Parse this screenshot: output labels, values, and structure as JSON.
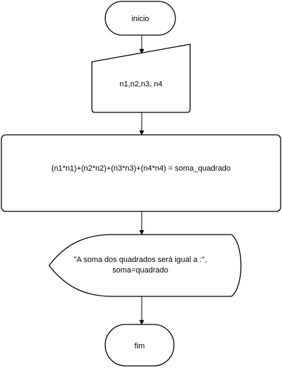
{
  "flowchart": {
    "start": {
      "label": "inicio"
    },
    "input": {
      "label": "n1,n2,n3, n4"
    },
    "process": {
      "label": "(n1*n1)+(n2*n2)+(n3*n3)+(n4*n4) = soma_quadrado"
    },
    "output": {
      "line1": "\"A soma dos quadrados será igual a :\",",
      "line2": "soma=quadrado"
    },
    "end": {
      "label": "fim"
    }
  },
  "colors": {
    "stroke": "#000000",
    "fill": "#ffffff",
    "text": "#000000"
  }
}
